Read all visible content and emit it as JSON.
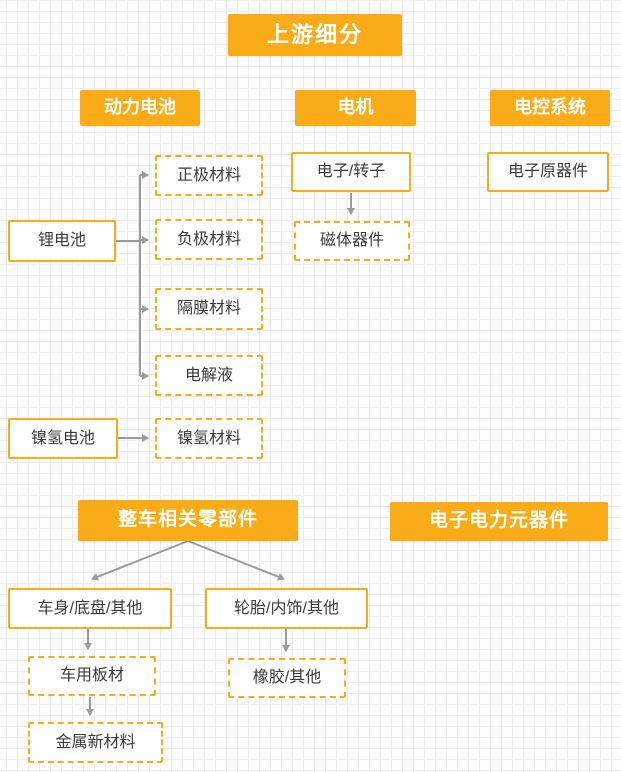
{
  "title": "上游细分",
  "headers": {
    "power_battery": "动力电池",
    "motor": "电机",
    "control_system": "电控系统",
    "vehicle_parts": "整车相关零部件",
    "power_electronics": "电子电力元器件"
  },
  "nodes": {
    "lithium_battery": "锂电池",
    "nimh_battery": "镍氢电池",
    "cathode_material": "正极材料",
    "anode_material": "负极材料",
    "separator_material": "隔膜材料",
    "electrolyte": "电解液",
    "nimh_material": "镍氢材料",
    "stator_rotor": "电子/转子",
    "magnet_components": "磁体器件",
    "electronic_components": "电子原器件",
    "body_chassis_other": "车身/底盘/其他",
    "tire_interior_other": "轮胎/内饰/其他",
    "vehicle_sheet": "车用板材",
    "metal_new_material": "金属新材料",
    "rubber_other": "橡胶/其他"
  },
  "colors": {
    "accent": "#F9AC18",
    "arrow": "#9B9B9B",
    "node_text": "#3A3A3A",
    "grid_line": "#ECECEC",
    "header_text": "#FFFFFF"
  }
}
